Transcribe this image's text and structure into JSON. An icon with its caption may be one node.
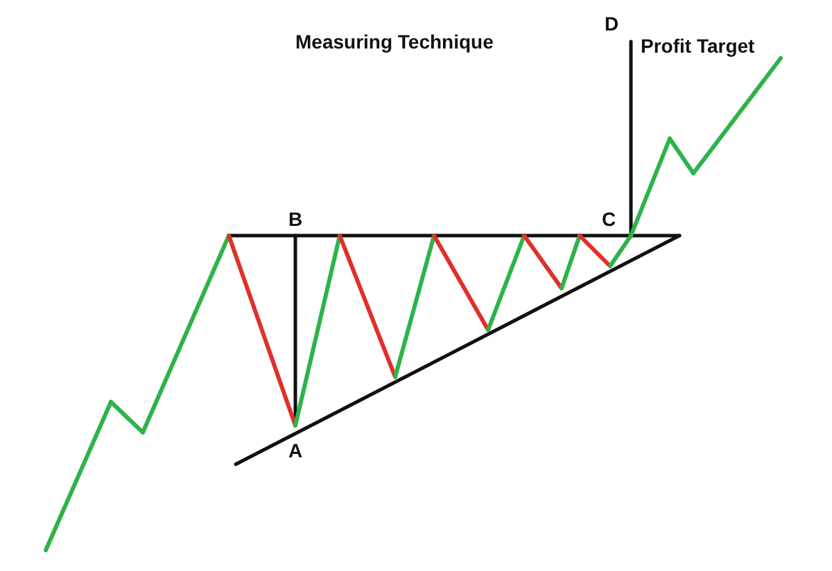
{
  "diagram": {
    "title": "Measuring Technique",
    "labels": [
      "D",
      "Profit Target",
      "B",
      "C",
      "A"
    ]
  }
}
